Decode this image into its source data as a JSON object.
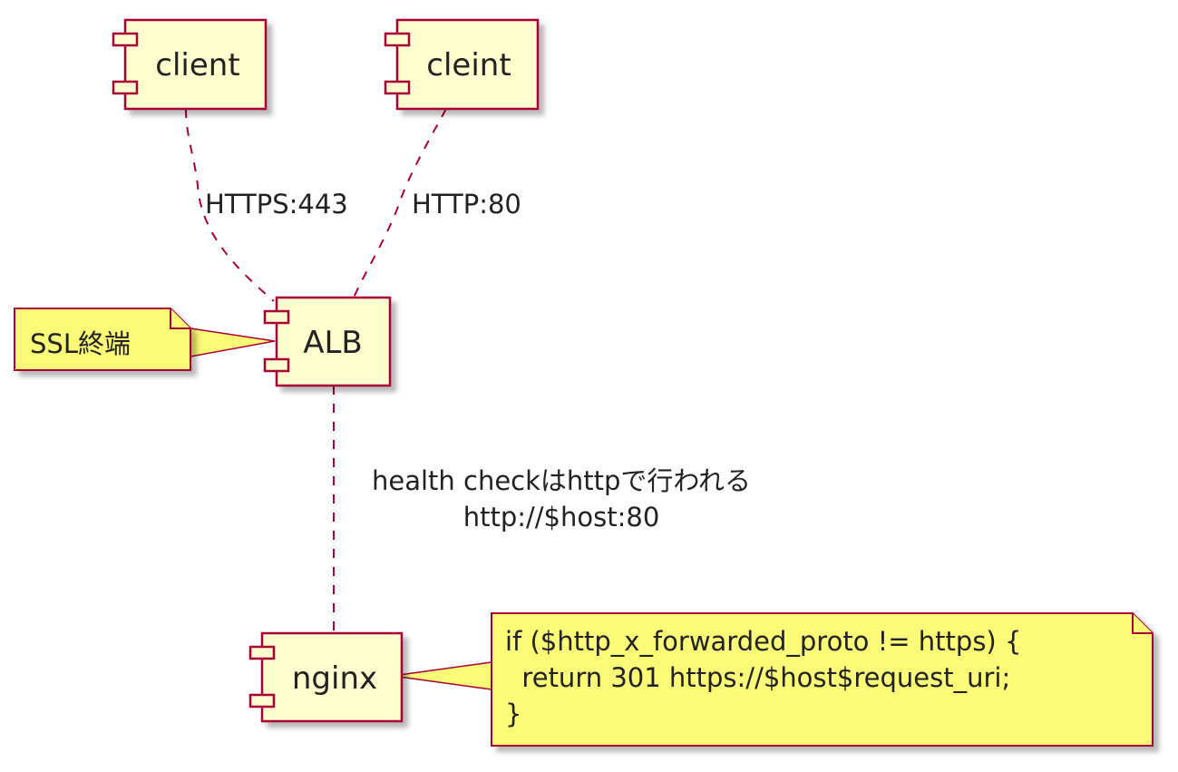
{
  "components": {
    "client": "client",
    "cleint": "cleint",
    "alb": "ALB",
    "nginx": "nginx"
  },
  "edges": {
    "client_alb": "HTTPS:443",
    "cleint_alb": "HTTP:80",
    "alb_nginx_line1": "health checkはhttpで行われる",
    "alb_nginx_line2": "http://$host:80"
  },
  "notes": {
    "alb_note": "SSL終端",
    "nginx_note_line1": "if ($http_x_forwarded_proto != https) {",
    "nginx_note_line2": "  return 301 https://$host$request_uri;",
    "nginx_note_line3": "}"
  },
  "colors": {
    "component_fill": "#FEFECE",
    "component_border": "#A80036",
    "note_fill": "#FBFB77",
    "note_border": "#A80036",
    "edge": "#A80036"
  }
}
